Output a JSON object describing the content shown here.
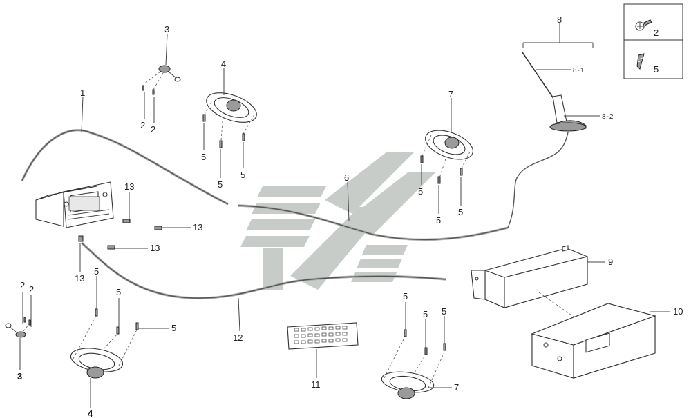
{
  "labels": {
    "c1": "1",
    "c2a": "2",
    "c2b": "2",
    "c2c": "2",
    "c2d": "2",
    "c3a": "3",
    "c3b": "3",
    "c4a": "4",
    "c4b": "4",
    "c5a": "5",
    "c5b": "5",
    "c5c": "5",
    "c5d": "5",
    "c5e": "5",
    "c5f": "5",
    "c5g": "5",
    "c5h": "5",
    "c5i": "5",
    "c5j": "5",
    "c5k": "5",
    "c5l": "5",
    "c6": "6",
    "c7a": "7",
    "c7b": "7",
    "c8": "8",
    "c81": "8-1",
    "c82": "8-2",
    "c9": "9",
    "c10": "10",
    "c11": "11",
    "c12": "12",
    "c13a": "13",
    "c13b": "13",
    "c13c": "13",
    "c13d": "13"
  },
  "legend": {
    "screw_num": "2",
    "tapping_num": "5"
  },
  "colors": {
    "watermark": "#c8ccc9",
    "line": "#444444"
  }
}
